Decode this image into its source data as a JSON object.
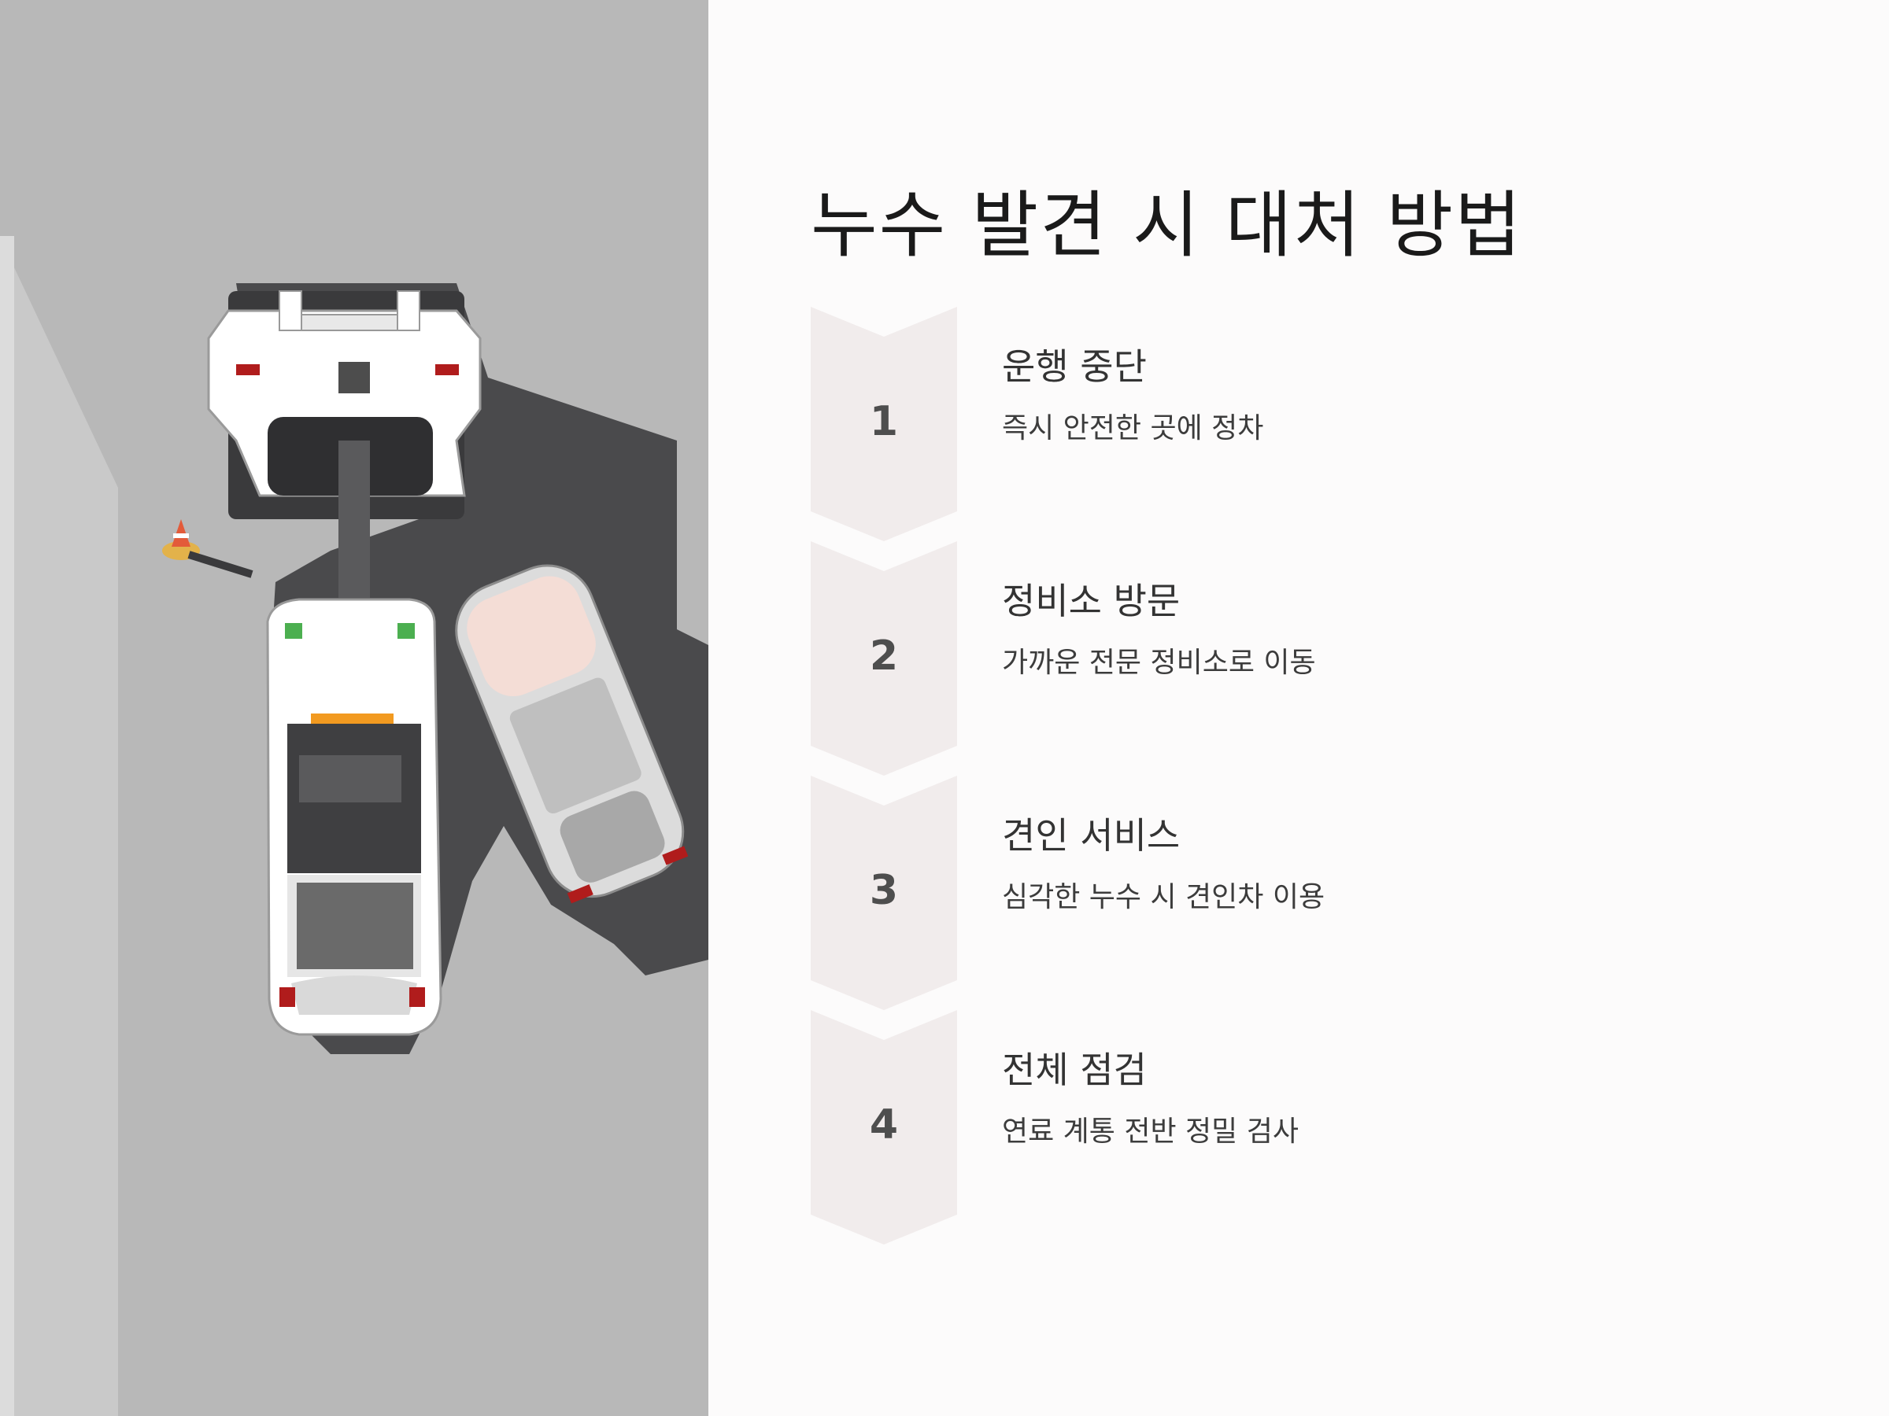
{
  "title": "누수 발견 시 대처 방법",
  "steps": [
    {
      "number": "1",
      "title": "운행 중단",
      "description": "즉시 안전한 곳에 정차"
    },
    {
      "number": "2",
      "title": "정비소 방문",
      "description": "가까운 전문 정비소로 이동"
    },
    {
      "number": "3",
      "title": "견인 서비스",
      "description": "심각한 누수 시 견인차 이용"
    },
    {
      "number": "4",
      "title": "전체 점검",
      "description": "연료 계통 전반 정밀 검사"
    }
  ],
  "colors": {
    "background": "#fcfbfb",
    "chevron": "#f1ecec",
    "number": "#4e4e4e",
    "road": "#b9b9b9",
    "truck": "#ffffff",
    "shadow": "#4a4a4c"
  },
  "illustration": {
    "description_icon": "tow-truck-illustration"
  }
}
